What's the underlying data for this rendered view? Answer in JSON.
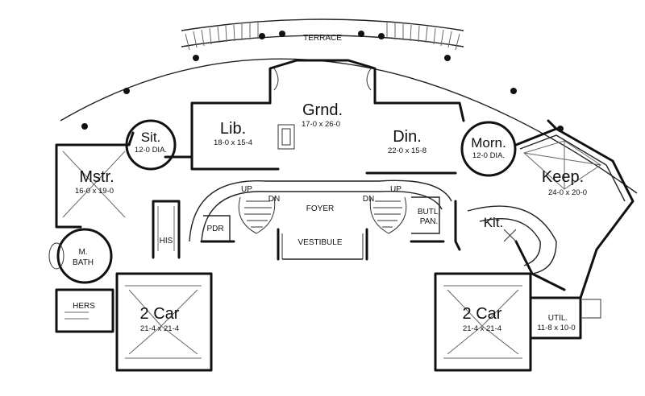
{
  "rooms": {
    "terrace": "TERRACE",
    "great": {
      "name": "Grnd.",
      "dim": "17-0 x 26-0"
    },
    "library": {
      "name": "Lib.",
      "dim": "18-0 x 15-4"
    },
    "dining": {
      "name": "Din.",
      "dim": "22-0 x 15-8"
    },
    "sitting": {
      "name": "Sit.",
      "dim": "12-0 DIA."
    },
    "morning": {
      "name": "Morn.",
      "dim": "12-0 DIA."
    },
    "master": {
      "name": "Mstr.",
      "dim": "16-0 x 19-0"
    },
    "keeping": {
      "name": "Keep.",
      "dim": "24-0 x 20-0"
    },
    "kitchen": "Kit.",
    "foyer": "FOYER",
    "vestibule": "VESTIBULE",
    "powder": "PDR",
    "his": "HIS",
    "hers": "HERS",
    "master_bath": {
      "line1": "M.",
      "line2": "BATH"
    },
    "butler": {
      "line1": "BUTL.",
      "line2": "PAN."
    },
    "garage_left": {
      "name": "2 Car",
      "dim": "21-4 x 21-4"
    },
    "garage_right": {
      "name": "2 Car",
      "dim": "21-4 x 21-4"
    },
    "utility": {
      "name": "UTIL.",
      "dim": "11-8 x 10-0"
    }
  },
  "stairs": {
    "left_up": "UP",
    "left_dn": "DN",
    "right_dn": "DN",
    "right_up": "UP"
  }
}
